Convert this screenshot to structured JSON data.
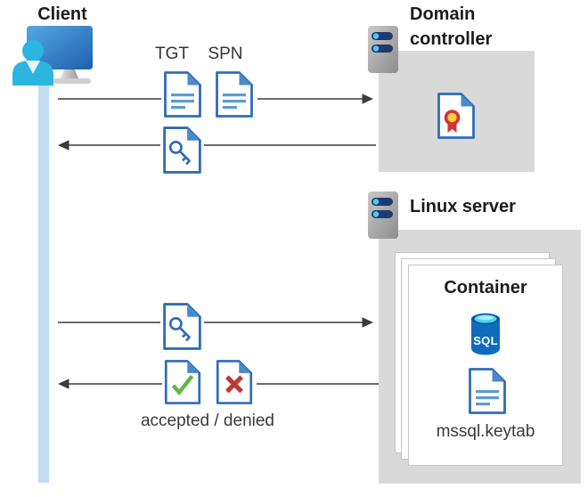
{
  "colors": {
    "doc_blue": "#2e6db7",
    "doc_fold": "#4a8ac9",
    "doc_line": "#5b9bd5",
    "lifeline_blue": "#c2dcf5",
    "person_cyan": "#2bb5e0",
    "server_bar_navy": "#1e3a6e",
    "server_dot_cyan": "#4ec9f5",
    "box_gray": "#d9d9d9",
    "paper_border": "#c4c4c4",
    "sql_blue": "#0f6cbd",
    "sql_rim": "#11579d",
    "sql_cyan": "#49d7ef",
    "green": "#5fb746",
    "red": "#bf3a33",
    "cert_red": "#d13438",
    "cert_yellow": "#ffd23d",
    "arrow": "#3b3b3b",
    "text_dark": "#1c1c1c",
    "text_gray": "#3a3a3a"
  },
  "client": {
    "label": "Client"
  },
  "domain_controller": {
    "line1": "Domain",
    "line2": "controller"
  },
  "linux_server": {
    "label": "Linux server"
  },
  "container": {
    "title": "Container",
    "sql_label": "SQL",
    "file_label": "mssql.keytab"
  },
  "messages": {
    "tgt": "TGT",
    "spn": "SPN",
    "result": "accepted / denied"
  },
  "icons": {
    "client": "person-at-monitor",
    "domain_controller": "server",
    "linux_server": "server",
    "certificate": "certificate-document",
    "tgt": "document",
    "spn": "document",
    "service_ticket": "key-document",
    "accepted": "check-document",
    "denied": "x-document",
    "sql": "sql-database-cylinder",
    "keytab": "document"
  }
}
